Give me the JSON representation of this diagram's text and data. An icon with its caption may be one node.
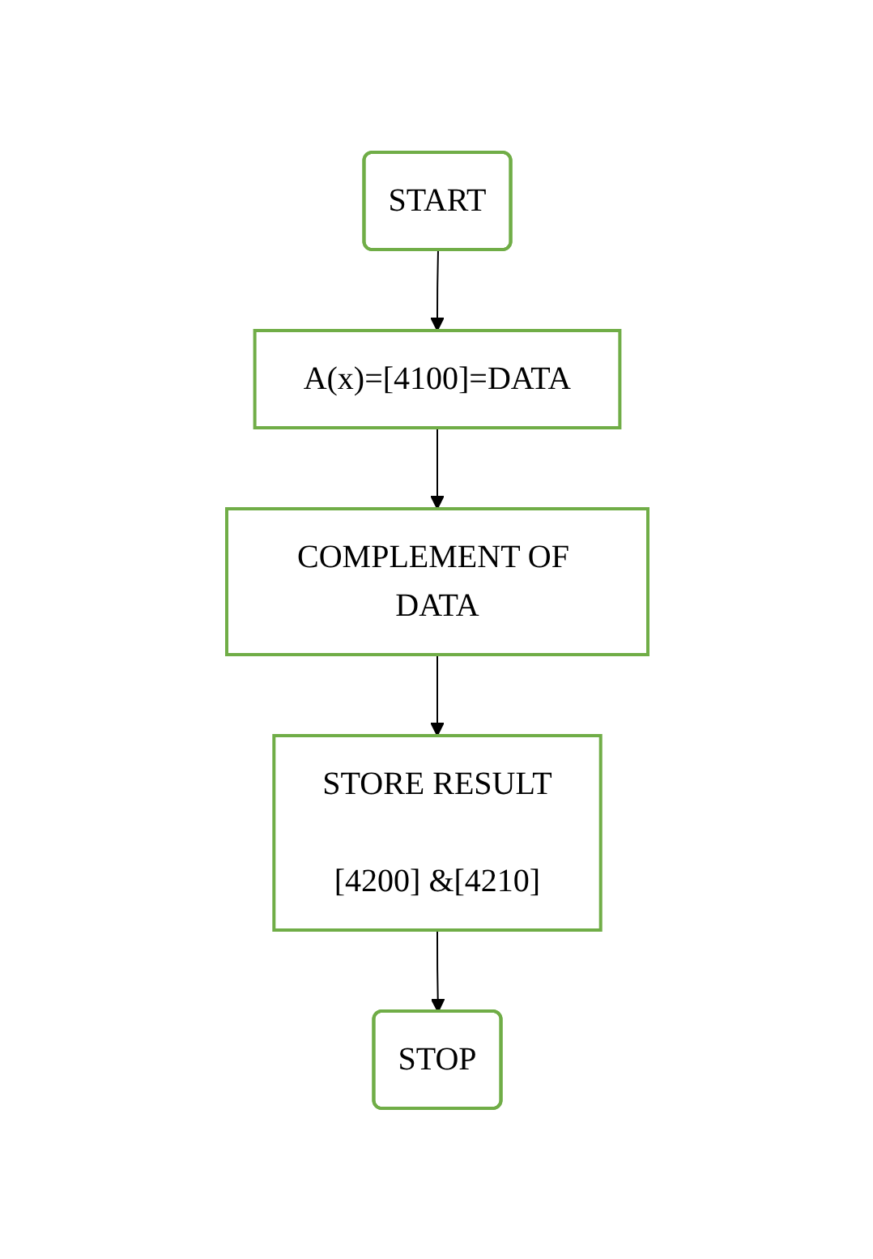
{
  "diagram": {
    "nodes": [
      {
        "text": [
          "START"
        ]
      },
      {
        "text": [
          "A(x)=[4100]=DATA"
        ]
      },
      {
        "text": [
          "COMPLEMENT OF DATA"
        ]
      },
      {
        "text": [
          "STORE RESULT",
          "[4200] &[4210]"
        ]
      },
      {
        "text": [
          "STOP"
        ]
      }
    ],
    "edges": [
      {
        "from": 0,
        "to": 1,
        "arrow": "to"
      },
      {
        "from": 1,
        "to": 2,
        "arrow": "to"
      },
      {
        "from": 2,
        "to": 3,
        "arrow": "to"
      },
      {
        "from": 3,
        "to": 4,
        "arrow": "to"
      }
    ]
  }
}
